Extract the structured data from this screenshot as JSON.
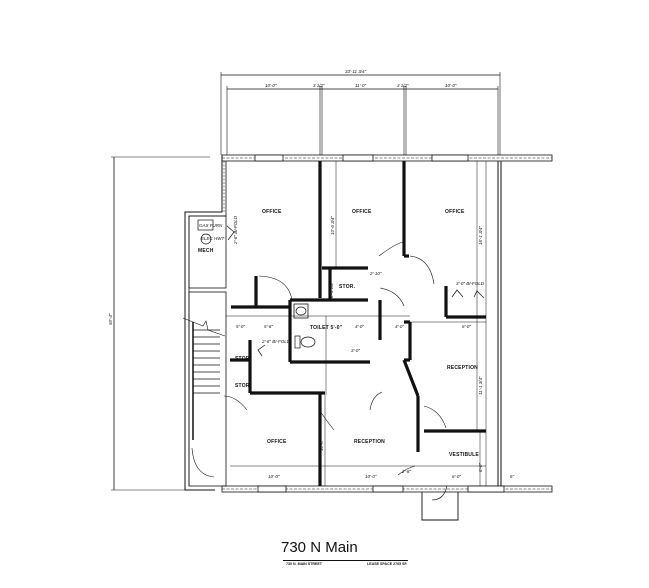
{
  "plan": {
    "title": "730 N Main",
    "address_caption": "730 N. MAIN STREET",
    "lease_caption": "LEASE SPACE 2765 SF.",
    "overall_width_dim": "33'-11 3/4\"",
    "overall_depth_dim": "50'-4\"",
    "top_dims": [
      "10'-0\"",
      "3 1/2\"",
      "11'-0\"",
      "3 1/2\"",
      "10'-0\""
    ],
    "bottom_dims": [
      "10'-0\"",
      "10'-0\"",
      "6'-0\""
    ],
    "rooms": [
      {
        "id": "office-nw",
        "label": "OFFICE"
      },
      {
        "id": "office-n-center",
        "label": "OFFICE"
      },
      {
        "id": "office-ne",
        "label": "OFFICE"
      },
      {
        "id": "mech",
        "label": "MECH"
      },
      {
        "id": "stor-center",
        "label": "STOR."
      },
      {
        "id": "stor-west-1",
        "label": "STOR."
      },
      {
        "id": "stor-west-2",
        "label": "STOR."
      },
      {
        "id": "toilet",
        "label": "TOILET"
      },
      {
        "id": "reception-east",
        "label": "RECEPTION"
      },
      {
        "id": "reception-south",
        "label": "RECEPTION"
      },
      {
        "id": "office-sw",
        "label": "OFFICE"
      },
      {
        "id": "vestibule",
        "label": "VESTIBULE"
      }
    ],
    "equipment": [
      {
        "id": "gas-furnace",
        "label": "GAS FURN"
      },
      {
        "id": "water-heater",
        "label": "ELEC HWT"
      }
    ],
    "annotations": {
      "bifold_1": "2'-6\" BI-FOLD",
      "bifold_2": "2'-6\" BI-FOLD",
      "bifold_3": "3'-0\" BI-FOLD",
      "toilet_dim": "TOILET 5'-0\"",
      "hall_dim_1": "5'-0\"",
      "hall_dim_2": "5'-6\"",
      "hall_dim_3": "4'-0\"",
      "hall_dim_4": "4'-0\"",
      "hall_dim_5": "6'-0\"",
      "office_nc_dim": "10'-6 3/4\"",
      "office_ne_dim": "16'-1 3/4\"",
      "reception_e_dim": "11'-1 3/4\"",
      "stor_dim": "8'-1 1/2\"",
      "door_2_10": "2'-10\"",
      "door_3_0": "3'-0\"",
      "door_2_8": "2'-8\"",
      "vestibule_dim": "6'-0\"",
      "office_sw_dim": "10'-0\"",
      "step_dim": "6\""
    }
  }
}
